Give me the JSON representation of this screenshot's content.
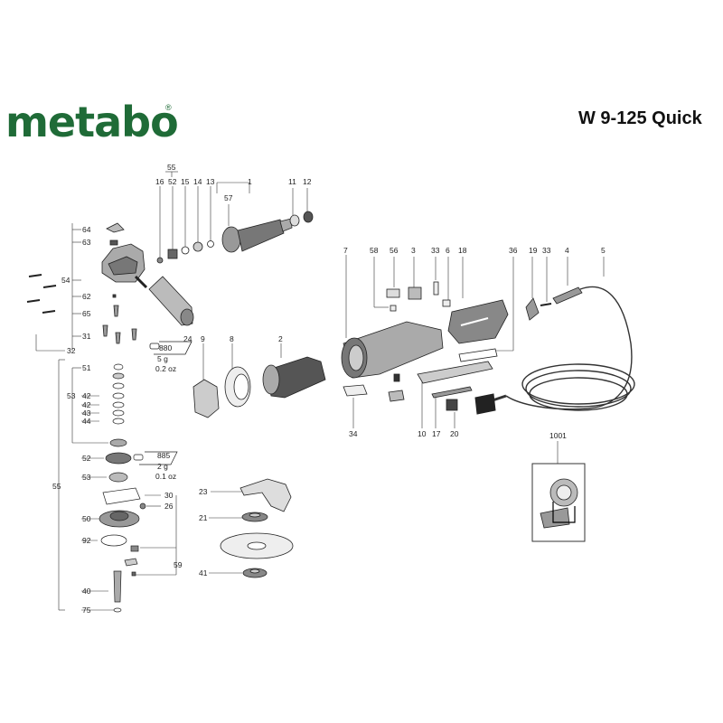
{
  "header": {
    "brand": "metabo",
    "registered": "®",
    "model": "W 9-125 Quick"
  },
  "weights": {
    "w880_code": "880",
    "w880_g": "5 g",
    "w880_oz": "0.2 oz",
    "w885_code": "885",
    "w885_g": "2 g",
    "w885_oz": "0.1 oz"
  },
  "part_numbers": {
    "p1": "1",
    "p2": "2",
    "p3": "3",
    "p4": "4",
    "p5": "5",
    "p6": "6",
    "p7": "7",
    "p8": "8",
    "p9": "9",
    "p10": "10",
    "p11": "11",
    "p12": "12",
    "p13": "13",
    "p14": "14",
    "p15": "15",
    "p16": "16",
    "p17": "17",
    "p18": "18",
    "p19": "19",
    "p20": "20",
    "p21": "21",
    "p23": "23",
    "p24": "24",
    "p26": "26",
    "p30": "30",
    "p31": "31",
    "p32": "32",
    "p33a": "33",
    "p33b": "33",
    "p34": "34",
    "p36": "36",
    "p40": "40",
    "p41": "41",
    "p42a": "42",
    "p42b": "42",
    "p43": "43",
    "p44": "44",
    "p50": "50",
    "p51": "51",
    "p52a": "52",
    "p52b": "52",
    "p53a": "53",
    "p53b": "53",
    "p54": "54",
    "p55a": "55",
    "p55b": "55",
    "p56": "56",
    "p57": "57",
    "p58": "58",
    "p59": "59",
    "p62": "62",
    "p63": "63",
    "p64": "64",
    "p65": "65",
    "p75": "75",
    "p92": "92",
    "p1001": "1001"
  }
}
